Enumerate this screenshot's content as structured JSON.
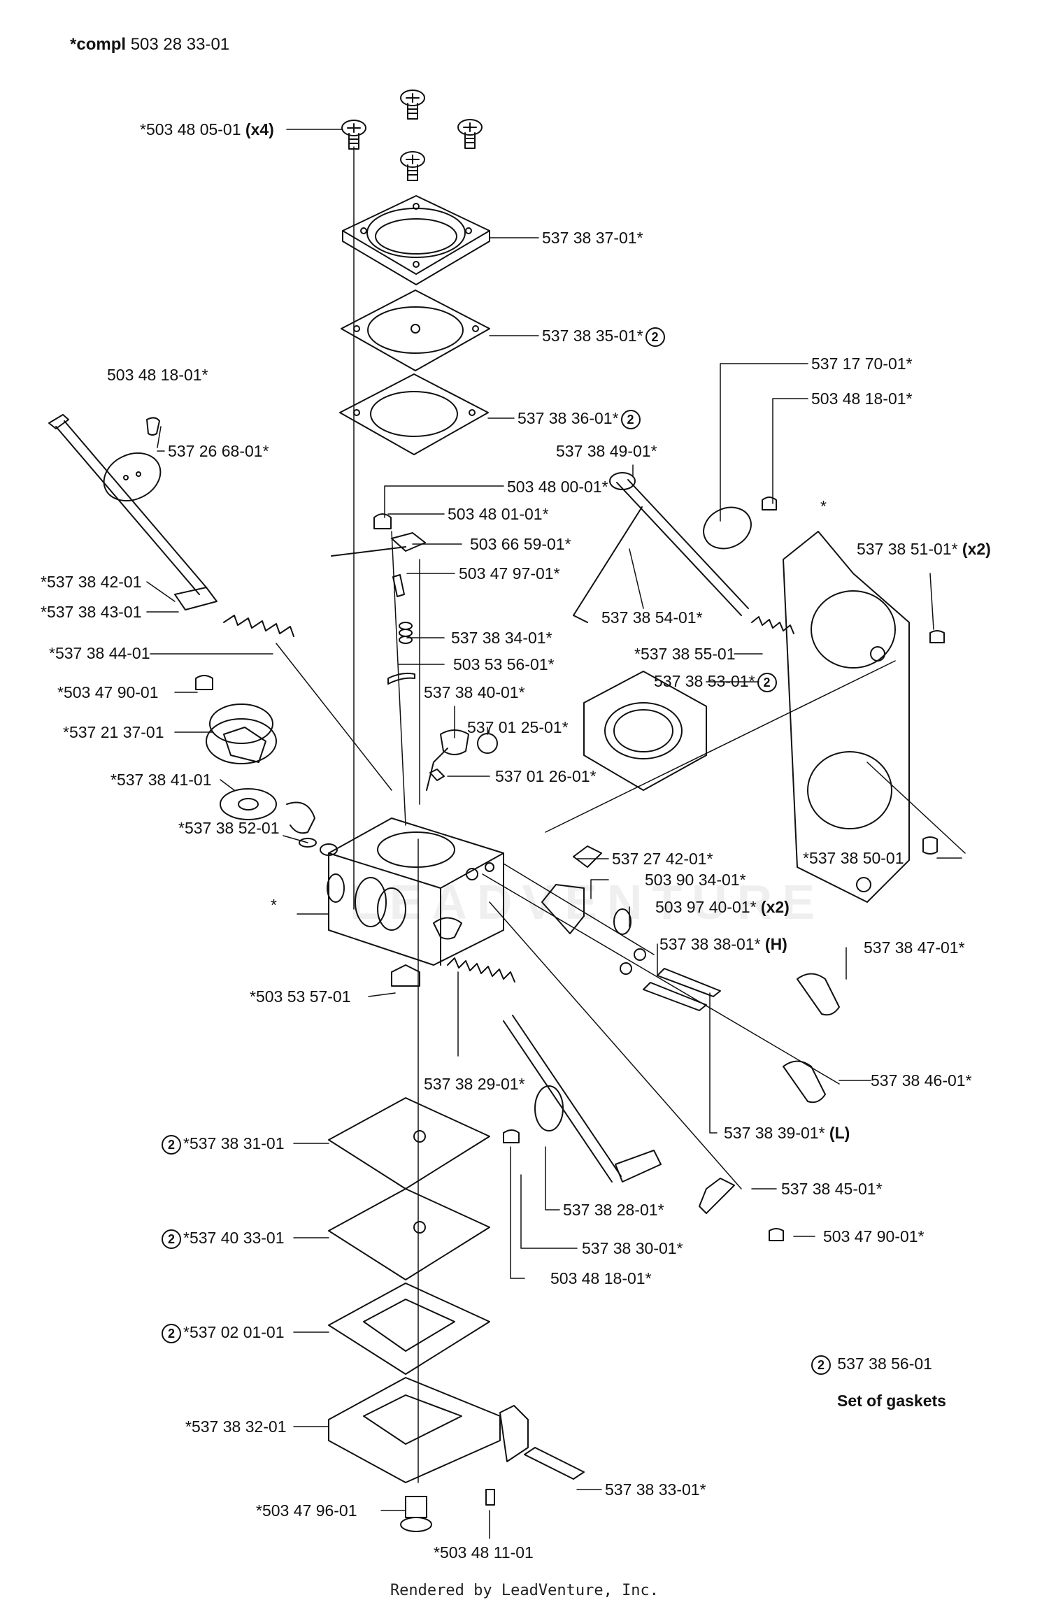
{
  "header": {
    "prefix": "*compl",
    "number": "503 28 33-01"
  },
  "footer": "Rendered by LeadVenture, Inc.",
  "watermark": "LEADVENTURE",
  "legend": {
    "badge": "2",
    "part": "537 38 56-01",
    "description": "Set of gaskets"
  },
  "labels": {
    "l01": {
      "text": "*503 48 05-01",
      "suffix": "(x4)"
    },
    "l02": {
      "text": "537 38 37-01*"
    },
    "l03": {
      "text": "537 38 35-01*",
      "badge": "2"
    },
    "l04": {
      "text": "537 17 70-01*"
    },
    "l05": {
      "text": "503 48 18-01*"
    },
    "l06": {
      "text": "503 48 18-01*"
    },
    "l07": {
      "text": "537 38 36-01*",
      "badge": "2"
    },
    "l08": {
      "text": "537 26 68-01*"
    },
    "l09": {
      "text": "537 38 49-01*"
    },
    "l10": {
      "text": "503 48 00-01*"
    },
    "l11": {
      "text": "503 48 01-01*"
    },
    "l12": {
      "text": "*"
    },
    "l13": {
      "text": "503 66 59-01*"
    },
    "l14": {
      "text": "537 38 51-01*",
      "suffix": "(x2)"
    },
    "l15": {
      "text": "503 47 97-01*"
    },
    "l16": {
      "text": "*537 38 42-01"
    },
    "l17": {
      "text": "537 38 54-01*"
    },
    "l18": {
      "text": "*537 38 43-01"
    },
    "l19": {
      "text": "537 38 34-01*"
    },
    "l20": {
      "text": "*537 38 44-01"
    },
    "l21": {
      "text": "*537 38 55-01"
    },
    "l22": {
      "text": "503 53 56-01*"
    },
    "l23": {
      "text": "537 38 53-01*",
      "badge": "2"
    },
    "l24": {
      "text": "*503 47 90-01"
    },
    "l25": {
      "text": "537 38 40-01*"
    },
    "l26": {
      "text": "*537 21 37-01"
    },
    "l27": {
      "text": "537 01 25-01*"
    },
    "l28": {
      "text": "*537 38 41-01"
    },
    "l29": {
      "text": "537 01 26-01*"
    },
    "l30": {
      "text": "*537 38 52-01"
    },
    "l31": {
      "text": "*537 38 50-01"
    },
    "l32": {
      "text": "537 27 42-01*"
    },
    "l33": {
      "text": "503 90 34-01*"
    },
    "l34": {
      "text": "*"
    },
    "l35": {
      "text": "503 97 40-01*",
      "suffix": "(x2)"
    },
    "l36": {
      "text": "537 38 38-01*",
      "suffix": "(H)"
    },
    "l37": {
      "text": "537 38 47-01*"
    },
    "l38": {
      "text": "*503 53 57-01"
    },
    "l39": {
      "text": "537 38 29-01*"
    },
    "l40": {
      "text": "537 38 46-01*"
    },
    "l41": {
      "text": "537 38 39-01*",
      "suffix": "(L)"
    },
    "l42": {
      "text": "*537 38 31-01",
      "badge": "2"
    },
    "l43": {
      "text": "537 38 45-01*"
    },
    "l44": {
      "text": "537 38 28-01*"
    },
    "l45": {
      "text": "*537 40 33-01",
      "badge": "2"
    },
    "l46": {
      "text": "503 47 90-01*"
    },
    "l47": {
      "text": "537 38 30-01*"
    },
    "l48": {
      "text": "503 48 18-01*"
    },
    "l49": {
      "text": "*537 02 01-01",
      "badge": "2"
    },
    "l50": {
      "text": "*537 38 32-01"
    },
    "l51": {
      "text": "*503 47 96-01"
    },
    "l52": {
      "text": "537 38 33-01*"
    },
    "l53": {
      "text": "*503 48 11-01"
    }
  }
}
